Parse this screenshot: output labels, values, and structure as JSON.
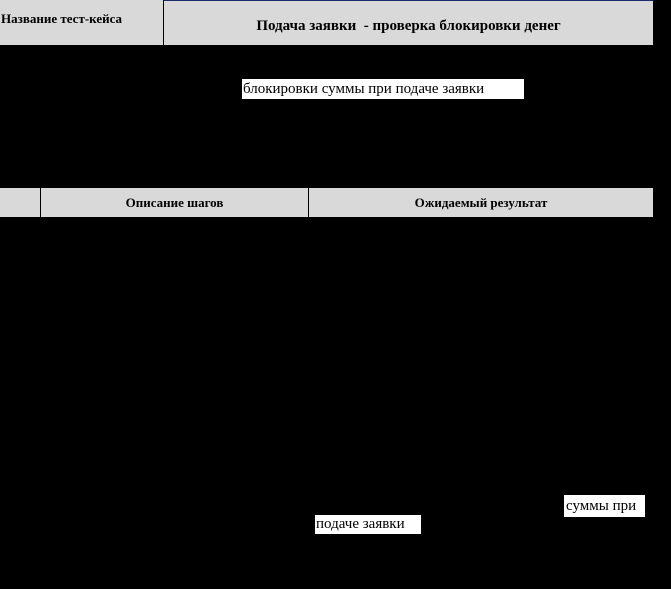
{
  "header": {
    "case_name_label": "Название тест-кейса",
    "case_title": "Подача заявки  - проверка блокировки денег"
  },
  "description_fragment": "блокировки суммы при подаче заявки",
  "steps_table": {
    "columns": [
      "",
      "Описание шагов",
      "Ожидаемый результат"
    ]
  },
  "expected_result_fragment": {
    "line1": "суммы при",
    "line2": "подаче заявки"
  }
}
